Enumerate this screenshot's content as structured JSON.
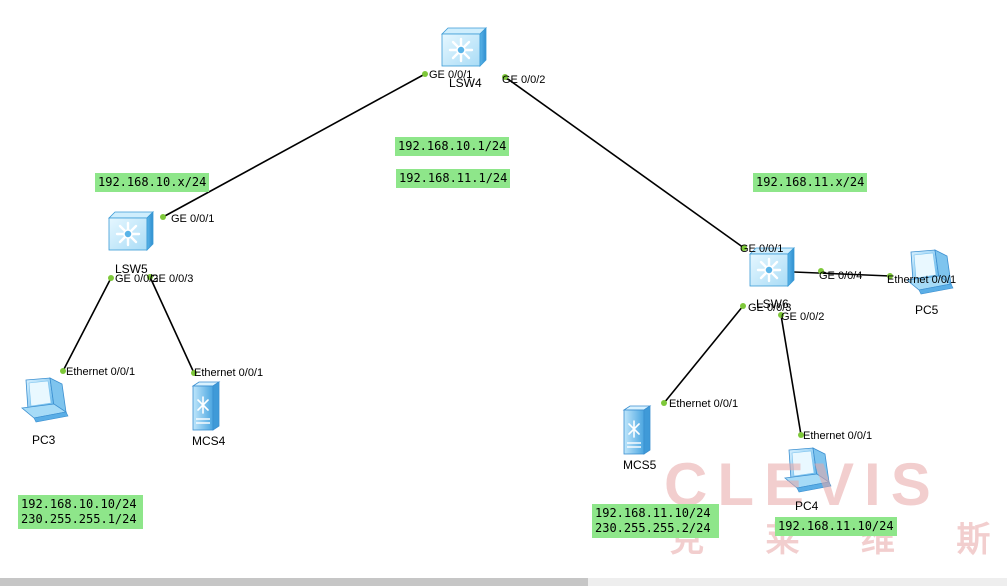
{
  "devices": {
    "lsw4": "LSW4",
    "lsw5": "LSW5",
    "lsw6": "LSW6",
    "pc3": "PC3",
    "pc4": "PC4",
    "pc5": "PC5",
    "mcs4": "MCS4",
    "mcs5": "MCS5"
  },
  "ports": {
    "lsw4_ge001": "GE 0/0/1",
    "lsw4_ge002": "GE 0/0/2",
    "lsw5_ge001": "GE 0/0/1",
    "lsw5_ge002": "GE 0/0/2",
    "lsw5_ge003": "GE 0/0/3",
    "lsw6_ge001": "GE 0/0/1",
    "lsw6_ge002": "GE 0/0/2",
    "lsw6_ge003": "GE 0/0/3",
    "lsw6_ge004": "GE 0/0/4",
    "pc3_eth": "Ethernet 0/0/1",
    "mcs4_eth": "Ethernet 0/0/1",
    "mcs5_eth": "Ethernet 0/0/1",
    "pc4_eth": "Ethernet 0/0/1",
    "pc5_eth": "Ethernet 0/0/1"
  },
  "notes": {
    "net_left": "192.168.10.x/24",
    "gw1": "192.168.10.1/24",
    "gw2": "192.168.11.1/24",
    "net_right": "192.168.11.x/24",
    "pc3_ip": "192.168.10.10/24",
    "pc3_mc": "230.255.255.1/24",
    "mcs5_ip": "192.168.11.10/24",
    "mcs5_mc": "230.255.255.2/24",
    "pc4_ip": "192.168.11.10/24"
  },
  "watermark": {
    "latin": "CLEVIS",
    "chinese": "克 莱 维 斯"
  },
  "colors": {
    "note_bg": "#8ee68a",
    "port_dot": "#7ec83a",
    "switch_blue": "#5ab4e8",
    "link": "#000000"
  }
}
